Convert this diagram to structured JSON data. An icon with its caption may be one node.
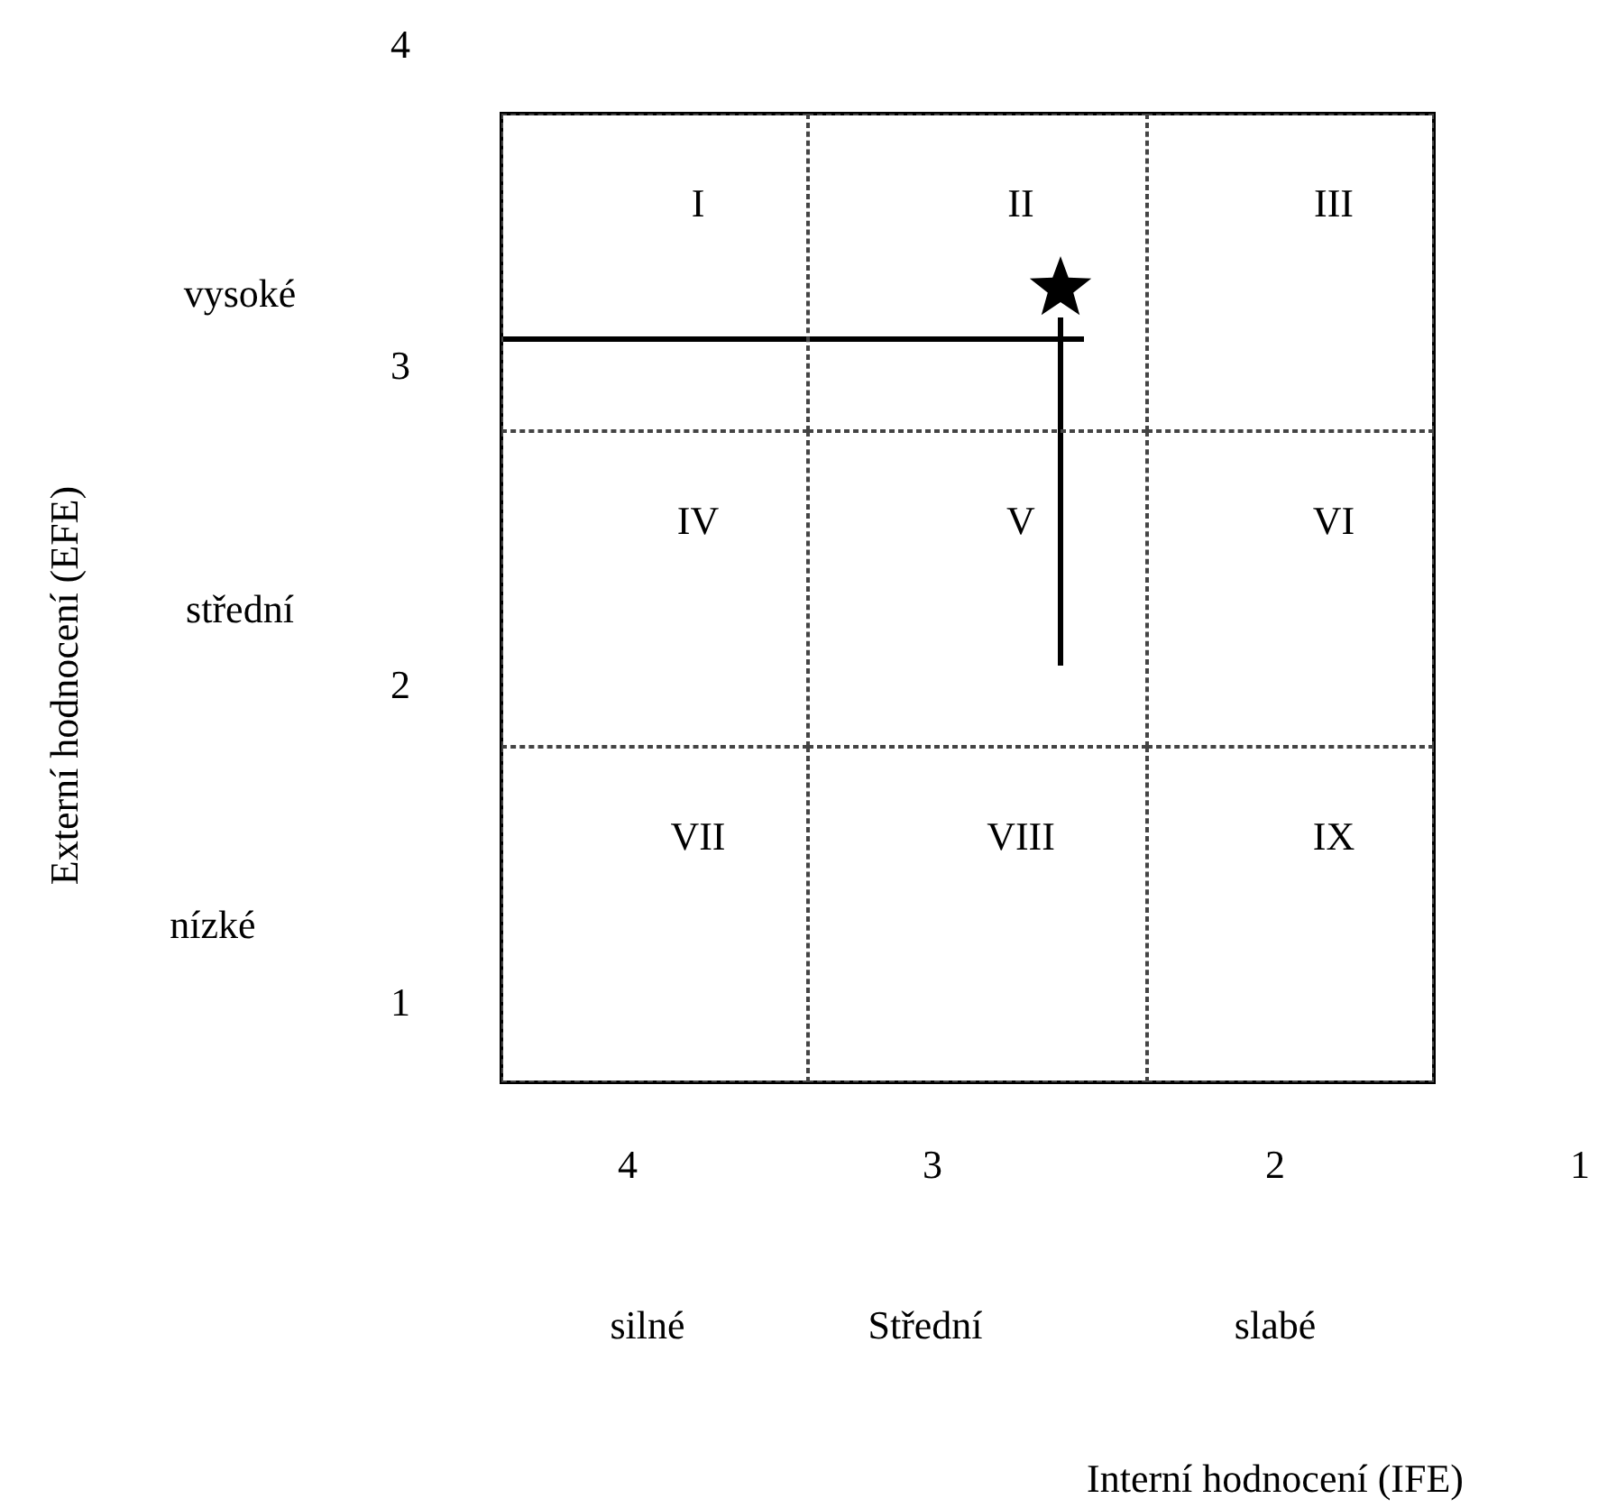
{
  "diagram": {
    "nodes": [
      {
        "text": [
          "I"
        ]
      },
      {
        "text": [
          "II"
        ]
      },
      {
        "text": [
          "III"
        ]
      },
      {
        "text": [
          "IV"
        ]
      },
      {
        "text": [
          "V"
        ]
      },
      {
        "text": [
          "VI"
        ]
      },
      {
        "text": [
          "VII"
        ]
      },
      {
        "text": [
          "VIII"
        ]
      },
      {
        "text": [
          "IX"
        ]
      }
    ],
    "labels": [
      "4",
      "vysoké",
      "3",
      "střední",
      "2",
      "nízké",
      "1",
      "4",
      "3",
      "2",
      "1",
      "silné",
      "Střední",
      "slabé",
      "Interní hodnocení (IFE)",
      "Externí hodnocení (EFE)"
    ]
  }
}
